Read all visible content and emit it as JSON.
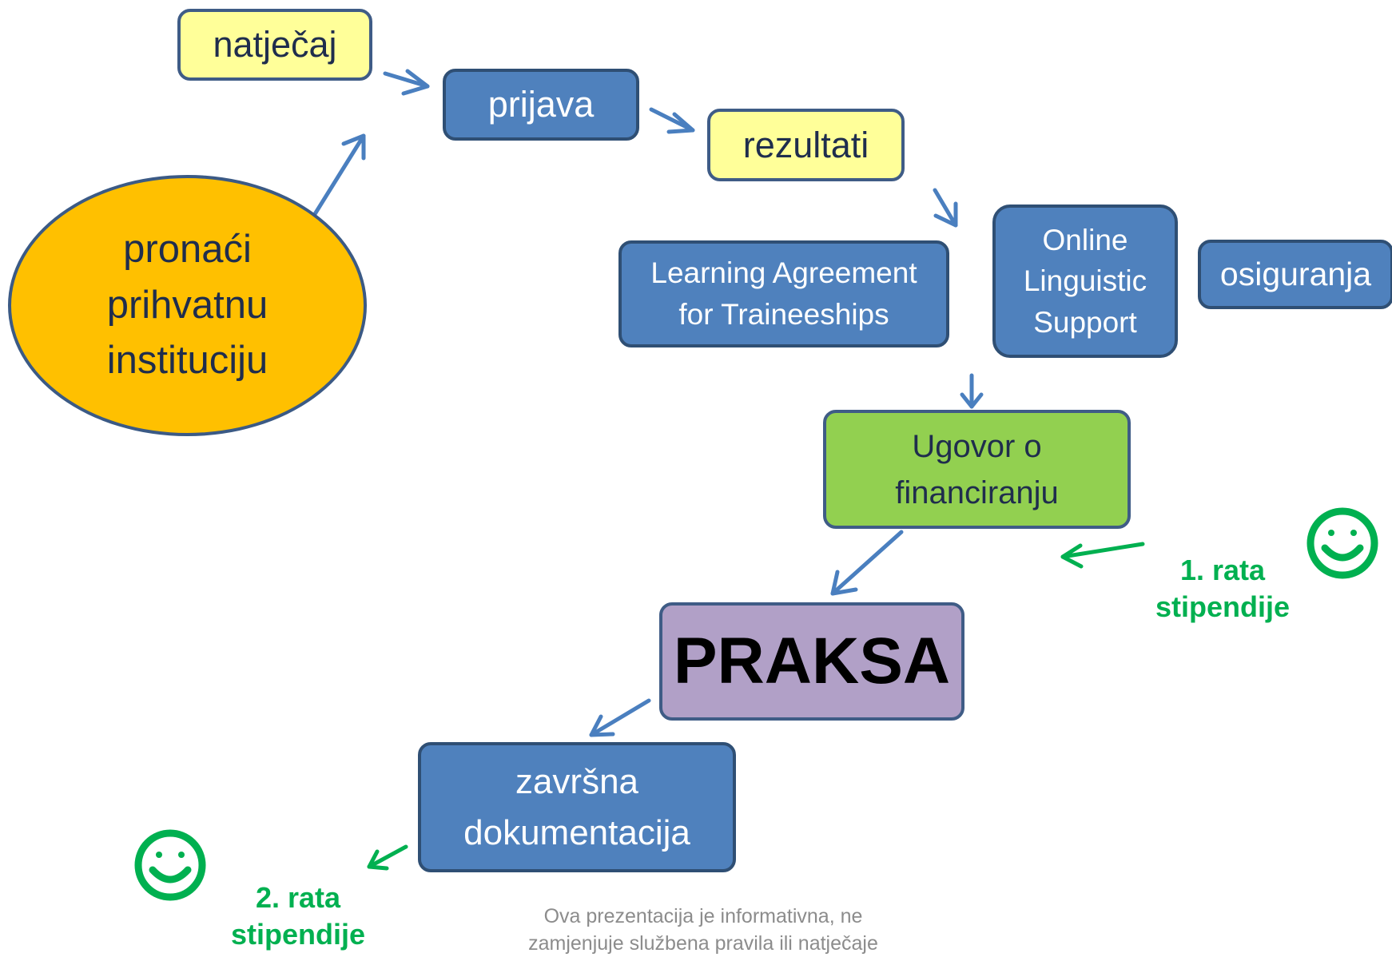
{
  "nodes": {
    "natjecaj": "natječaj",
    "prijava": "prijava",
    "rezultati": "rezultati",
    "pronaci": "pronaći\nprihvatnu\ninstituciju",
    "learning_agreement": "Learning Agreement\nfor Traineeships",
    "ols": "Online\nLinguistic\nSupport",
    "osiguranja": "osiguranja",
    "ugovor": "Ugovor o\nfinanciranju",
    "praksa": "PRAKSA",
    "zavrsna": "završna\ndokumentacija"
  },
  "notes": {
    "rata1": "1. rata\nstipendije",
    "rata2": "2. rata\nstipendije"
  },
  "footer": "Ova prezentacija je informativna, ne\nzamjenjuje službena pravila ili natječaje",
  "colors": {
    "yellow_box": "#ffff99",
    "blue_box": "#4f81bd",
    "green_box": "#92d050",
    "purple_box": "#b1a0c7",
    "ellipse": "#ffc000",
    "arrow": "#4a7fbf",
    "note_green": "#00b050"
  },
  "icons": [
    "smiley-icon",
    "smiley-icon"
  ]
}
